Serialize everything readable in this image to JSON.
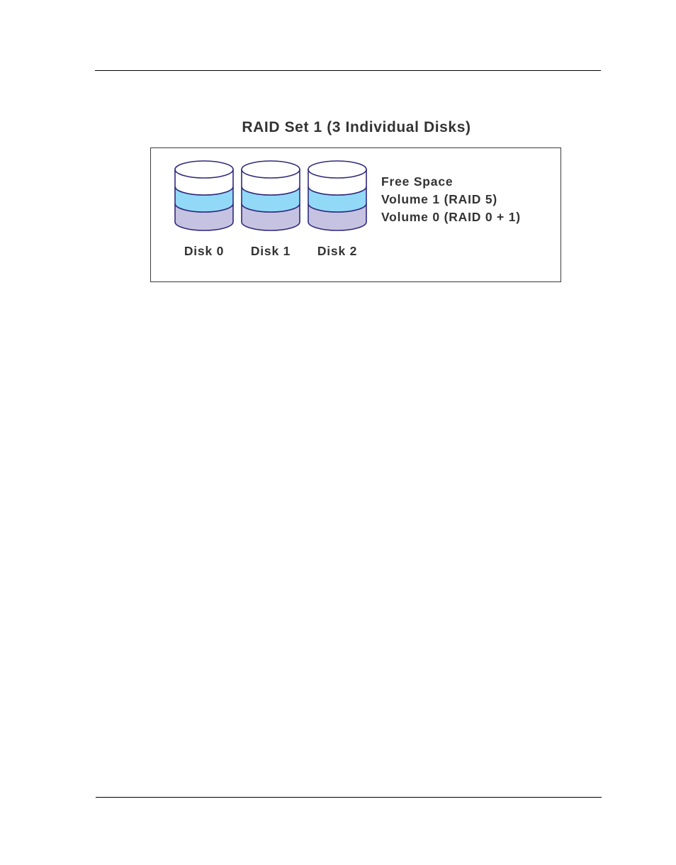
{
  "figure": {
    "title": "RAID Set 1 (3 Individual Disks)",
    "disks": [
      {
        "label": "Disk 0"
      },
      {
        "label": "Disk 1"
      },
      {
        "label": "Disk 2"
      }
    ],
    "legend": [
      {
        "label": "Free Space",
        "color": "#ffffff"
      },
      {
        "label": "Volume 1 (RAID 5)",
        "color": "#92d9f8"
      },
      {
        "label": "Volume 0 (RAID 0 + 1)",
        "color": "#c6c3e2"
      }
    ],
    "outline_color": "#2f2a7a"
  }
}
